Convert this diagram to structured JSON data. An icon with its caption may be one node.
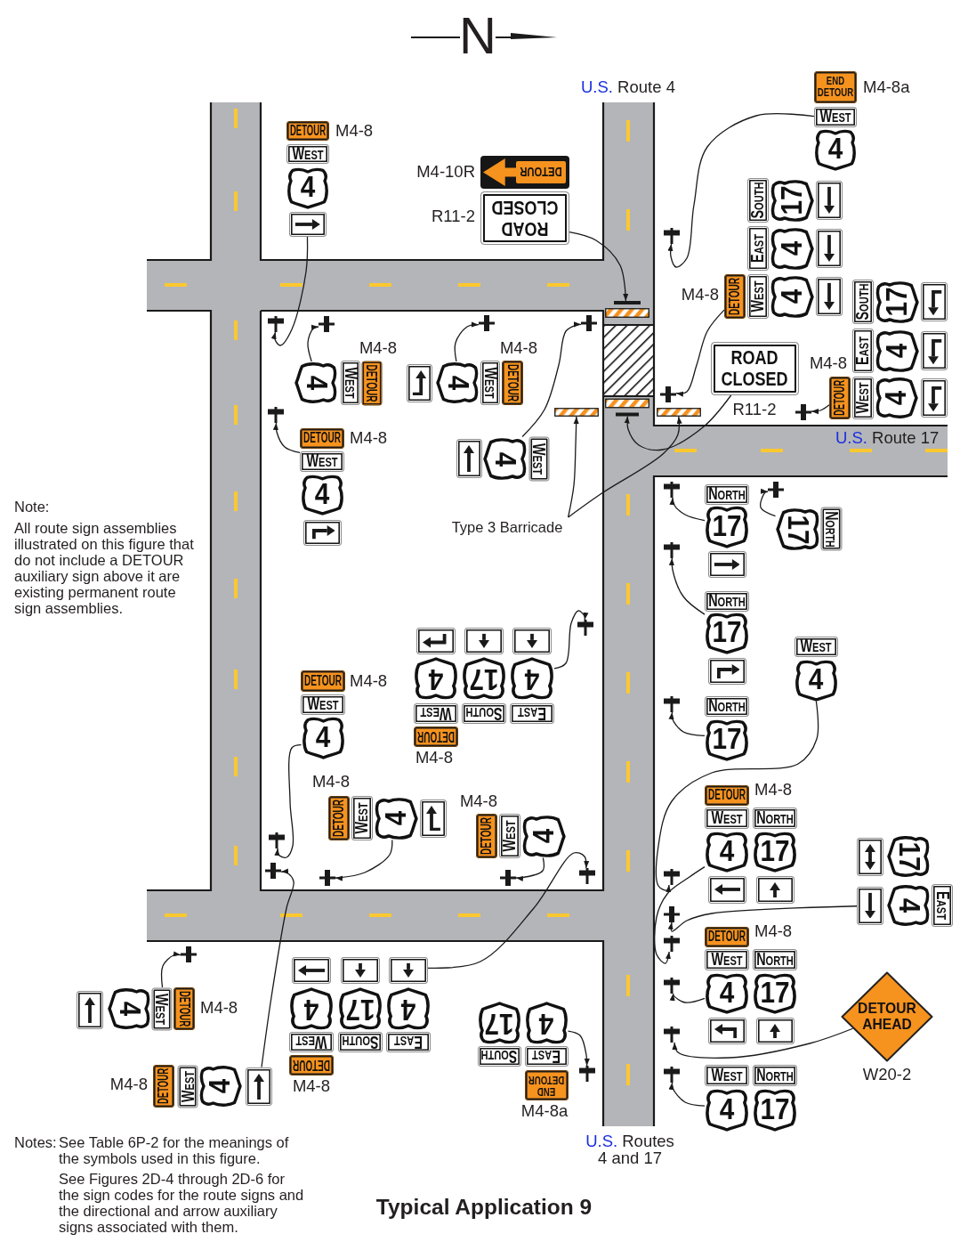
{
  "diagram": {
    "title": "Typical Application 9",
    "nodes": [
      {
        "text": [
          "DETOUR"
        ],
        "beside": [
          "M4-8"
        ]
      },
      {
        "text": [
          "WEST"
        ]
      },
      {
        "text": [
          "4"
        ]
      },
      {
        "text": [],
        "shape": "box"
      },
      {
        "text": [
          "DETOUR"
        ],
        "beside": [
          "M4-10R"
        ]
      },
      {
        "text": [
          "ROAD CLOSED"
        ],
        "beside": [
          "R11-2"
        ]
      },
      {
        "text": [
          "4"
        ]
      },
      {
        "text": [
          "WEST"
        ]
      },
      {
        "text": [
          "DETOUR"
        ],
        "beside": [
          "M4-8"
        ]
      },
      {
        "text": [],
        "shape": "box"
      },
      {
        "text": [
          "4"
        ]
      },
      {
        "text": [
          "WEST"
        ]
      },
      {
        "text": [
          "DETOUR"
        ],
        "beside": [
          "M4-8"
        ]
      },
      {
        "text": [
          "DETOUR"
        ],
        "beside": [
          "M4-8"
        ]
      },
      {
        "text": [
          "WEST"
        ]
      },
      {
        "text": [
          "4"
        ]
      },
      {
        "text": [],
        "shape": "box"
      },
      {
        "text": [],
        "shape": "box"
      },
      {
        "text": [
          "4"
        ]
      },
      {
        "text": [
          "WEST"
        ]
      },
      {
        "text": [],
        "shape": "bar"
      },
      {
        "text": [],
        "shape": "bar"
      },
      {
        "text": [],
        "shape": "bar"
      },
      {
        "text": [],
        "shape": "bar"
      },
      {
        "text": [
          "Type 3 Barricade"
        ]
      },
      {
        "text": [
          "END DETOUR"
        ],
        "beside": [
          "M4-8a"
        ]
      },
      {
        "text": [
          "WEST"
        ]
      },
      {
        "text": [
          "4"
        ]
      },
      {
        "text": [
          "SOUTH"
        ]
      },
      {
        "text": [
          "17"
        ]
      },
      {
        "text": [],
        "shape": "box"
      },
      {
        "text": [
          "EAST"
        ]
      },
      {
        "text": [
          "4"
        ]
      },
      {
        "text": [],
        "shape": "box"
      },
      {
        "text": [
          "DETOUR"
        ],
        "beside": [
          "M4-8"
        ]
      },
      {
        "text": [
          "WEST"
        ]
      },
      {
        "text": [
          "4"
        ]
      },
      {
        "text": [],
        "shape": "box"
      },
      {
        "text": [
          "ROAD CLOSED"
        ],
        "beside": [
          "R11-2"
        ]
      },
      {
        "text": [
          "SOUTH"
        ]
      },
      {
        "text": [
          "17"
        ]
      },
      {
        "text": [],
        "shape": "box"
      },
      {
        "text": [
          "EAST"
        ]
      },
      {
        "text": [
          "4"
        ]
      },
      {
        "text": [],
        "shape": "box"
      },
      {
        "text": [
          "DETOUR"
        ],
        "beside": [
          "M4-8"
        ]
      },
      {
        "text": [
          "WEST"
        ]
      },
      {
        "text": [
          "4"
        ]
      },
      {
        "text": [],
        "shape": "box"
      },
      {
        "text": [
          "NORTH"
        ]
      },
      {
        "text": [
          "17"
        ]
      },
      {
        "text": [],
        "shape": "box"
      },
      {
        "text": [
          "17"
        ]
      },
      {
        "text": [
          "NORTH"
        ]
      },
      {
        "text": [
          "NORTH"
        ]
      },
      {
        "text": [
          "17"
        ]
      },
      {
        "text": [],
        "shape": "box"
      },
      {
        "text": [
          "NORTH"
        ]
      },
      {
        "text": [
          "17"
        ]
      },
      {
        "text": [
          "WEST"
        ]
      },
      {
        "text": [
          "4"
        ]
      },
      {
        "text": [
          "DETOUR"
        ],
        "beside": [
          "M4-8"
        ]
      },
      {
        "text": [
          "WEST"
        ]
      },
      {
        "text": [
          "NORTH"
        ]
      },
      {
        "text": [
          "4"
        ]
      },
      {
        "text": [
          "17"
        ]
      },
      {
        "text": [],
        "shape": "box"
      },
      {
        "text": [],
        "shape": "box"
      },
      {
        "text": [],
        "shape": "box"
      },
      {
        "text": [
          "17"
        ]
      },
      {
        "text": [],
        "shape": "box"
      },
      {
        "text": [
          "4"
        ]
      },
      {
        "text": [
          "EAST"
        ]
      },
      {
        "text": [
          "DETOUR"
        ],
        "beside": [
          "M4-8"
        ]
      },
      {
        "text": [
          "WEST"
        ]
      },
      {
        "text": [
          "NORTH"
        ]
      },
      {
        "text": [
          "4"
        ]
      },
      {
        "text": [
          "17"
        ]
      },
      {
        "text": [],
        "shape": "box"
      },
      {
        "text": [],
        "shape": "box"
      },
      {
        "text": [
          "DETOUR AHEAD"
        ],
        "beside": [
          "W20-2"
        ]
      },
      {
        "text": [
          "WEST"
        ]
      },
      {
        "text": [
          "NORTH"
        ]
      },
      {
        "text": [
          "4"
        ]
      },
      {
        "text": [
          "17"
        ]
      },
      {
        "text": [],
        "shape": "box"
      },
      {
        "text": [],
        "shape": "box"
      },
      {
        "text": [],
        "shape": "box"
      },
      {
        "text": [
          "4"
        ]
      },
      {
        "text": [
          "17"
        ]
      },
      {
        "text": [
          "4"
        ]
      },
      {
        "text": [
          "WEST"
        ]
      },
      {
        "text": [
          "SOUTH"
        ]
      },
      {
        "text": [
          "EAST"
        ]
      },
      {
        "text": [
          "DETOUR"
        ],
        "beside": [
          "M4-8"
        ]
      },
      {
        "text": [
          "DETOUR"
        ],
        "beside": [
          "M4-8"
        ]
      },
      {
        "text": [
          "WEST"
        ]
      },
      {
        "text": [
          "4"
        ]
      },
      {
        "text": [
          "DETOUR"
        ],
        "beside": [
          "M4-8"
        ]
      },
      {
        "text": [
          "WEST"
        ]
      },
      {
        "text": [
          "4"
        ]
      },
      {
        "text": [],
        "shape": "box"
      },
      {
        "text": [
          "DETOUR"
        ],
        "beside": [
          "M4-8"
        ]
      },
      {
        "text": [
          "WEST"
        ]
      },
      {
        "text": [
          "4"
        ]
      },
      {
        "text": [],
        "shape": "box"
      },
      {
        "text": [],
        "shape": "box"
      },
      {
        "text": [],
        "shape": "box"
      },
      {
        "text": [
          "4"
        ]
      },
      {
        "text": [
          "17"
        ]
      },
      {
        "text": [
          "4"
        ]
      },
      {
        "text": [
          "WEST"
        ]
      },
      {
        "text": [
          "SOUTH"
        ]
      },
      {
        "text": [
          "EAST"
        ]
      },
      {
        "text": [
          "DETOUR"
        ],
        "beside": [
          "M4-8"
        ]
      },
      {
        "text": [],
        "shape": "box"
      },
      {
        "text": [
          "4"
        ]
      },
      {
        "text": [
          "WEST"
        ]
      },
      {
        "text": [
          "DETOUR"
        ],
        "beside": [
          "M4-8"
        ]
      },
      {
        "text": [
          "DETOUR"
        ],
        "beside": [
          "M4-8"
        ]
      },
      {
        "text": [
          "WEST"
        ]
      },
      {
        "text": [
          "4"
        ]
      },
      {
        "text": [],
        "shape": "box"
      },
      {
        "text": [
          "17"
        ]
      },
      {
        "text": [
          "4"
        ]
      },
      {
        "text": [
          "SOUTH"
        ]
      },
      {
        "text": [
          "EAST"
        ]
      },
      {
        "text": [
          "END DETOUR"
        ],
        "beside": [
          "M4-8a"
        ]
      },
      {
        "text": [],
        "shape": "cross"
      },
      {
        "text": [],
        "shape": "cross"
      },
      {
        "text": [],
        "shape": "cross"
      },
      {
        "text": [],
        "shape": "cross"
      },
      {
        "text": [],
        "shape": "cross"
      },
      {
        "text": [],
        "shape": "cross"
      },
      {
        "text": [],
        "shape": "cross"
      },
      {
        "text": [],
        "shape": "cross"
      },
      {
        "text": [],
        "shape": "cross"
      },
      {
        "text": [],
        "shape": "cross"
      },
      {
        "text": [],
        "shape": "cross"
      },
      {
        "text": [],
        "shape": "cross"
      },
      {
        "text": [],
        "shape": "cross"
      },
      {
        "text": [],
        "shape": "cross"
      },
      {
        "text": [],
        "shape": "cross"
      },
      {
        "text": [],
        "shape": "cross"
      },
      {
        "text": [],
        "shape": "cross"
      },
      {
        "text": [],
        "shape": "cross"
      },
      {
        "text": [],
        "shape": "cross"
      },
      {
        "text": [],
        "shape": "cross"
      },
      {
        "text": [],
        "shape": "cross"
      },
      {
        "text": [],
        "shape": "cross"
      },
      {
        "text": [],
        "shape": "cross"
      },
      {
        "text": [],
        "shape": "cross"
      },
      {
        "text": [],
        "shape": "cross"
      },
      {
        "text": [],
        "shape": "cross"
      }
    ],
    "edges": [
      {
        "from": 3,
        "to": 128,
        "arrow": "to"
      },
      {
        "from": 5,
        "to": 20,
        "arrow": "to"
      },
      {
        "from": 6,
        "to": 129,
        "arrow": "to"
      },
      {
        "from": 10,
        "to": 130,
        "arrow": "to"
      },
      {
        "from": 14,
        "to": 132,
        "arrow": "to"
      },
      {
        "from": 18,
        "to": 131,
        "arrow": "to"
      },
      {
        "from": 24,
        "to": 21,
        "arrow": "to"
      },
      {
        "from": 24,
        "to": 23,
        "arrow": "to"
      },
      {
        "from": 26,
        "to": 133,
        "arrow": "to"
      },
      {
        "from": 34,
        "to": 134,
        "arrow": "to"
      },
      {
        "from": 38,
        "to": 22,
        "arrow": "to"
      },
      {
        "from": 45,
        "to": 135,
        "arrow": "to"
      },
      {
        "from": 50,
        "to": 136,
        "arrow": "to"
      },
      {
        "from": 52,
        "to": 137,
        "arrow": "to"
      },
      {
        "from": 55,
        "to": 138,
        "arrow": "to"
      },
      {
        "from": 58,
        "to": 139,
        "arrow": "to"
      },
      {
        "from": 60,
        "to": 146,
        "arrow": "to"
      },
      {
        "from": 64,
        "to": 148,
        "arrow": "to"
      },
      {
        "from": 70,
        "to": 147,
        "arrow": "to"
      },
      {
        "from": 76,
        "to": 149,
        "arrow": "to"
      },
      {
        "from": 80,
        "to": 150,
        "arrow": "to"
      },
      {
        "from": 83,
        "to": 151,
        "arrow": "to"
      },
      {
        "from": 90,
        "to": 140,
        "arrow": "to"
      },
      {
        "from": 97,
        "to": 141,
        "arrow": "to"
      },
      {
        "from": 122,
        "to": 142,
        "arrow": "to"
      },
      {
        "from": 100,
        "to": 143,
        "arrow": "to"
      },
      {
        "from": 104,
        "to": 144,
        "arrow": "to"
      },
      {
        "from": 107,
        "to": 145,
        "arrow": "to"
      },
      {
        "from": 117,
        "to": 152,
        "arrow": "to"
      },
      {
        "from": 124,
        "to": 153,
        "arrow": "to"
      }
    ],
    "labels": [
      "N",
      "U.S. Route 4",
      "U.S. Route 17",
      "Note:",
      "All route sign assemblies illustrated on this figure that do not include a DETOUR auxiliary sign above it are existing permanent route sign assemblies.",
      "U.S. Routes 4 and 17",
      "Notes:",
      "See Table 6P-2 for the meanings of the symbols used in this figure.",
      "See Figures 2D-4 through 2D-6 for the sign codes for the route signs and the directional and arrow auxiliary signs associated with them."
    ]
  }
}
